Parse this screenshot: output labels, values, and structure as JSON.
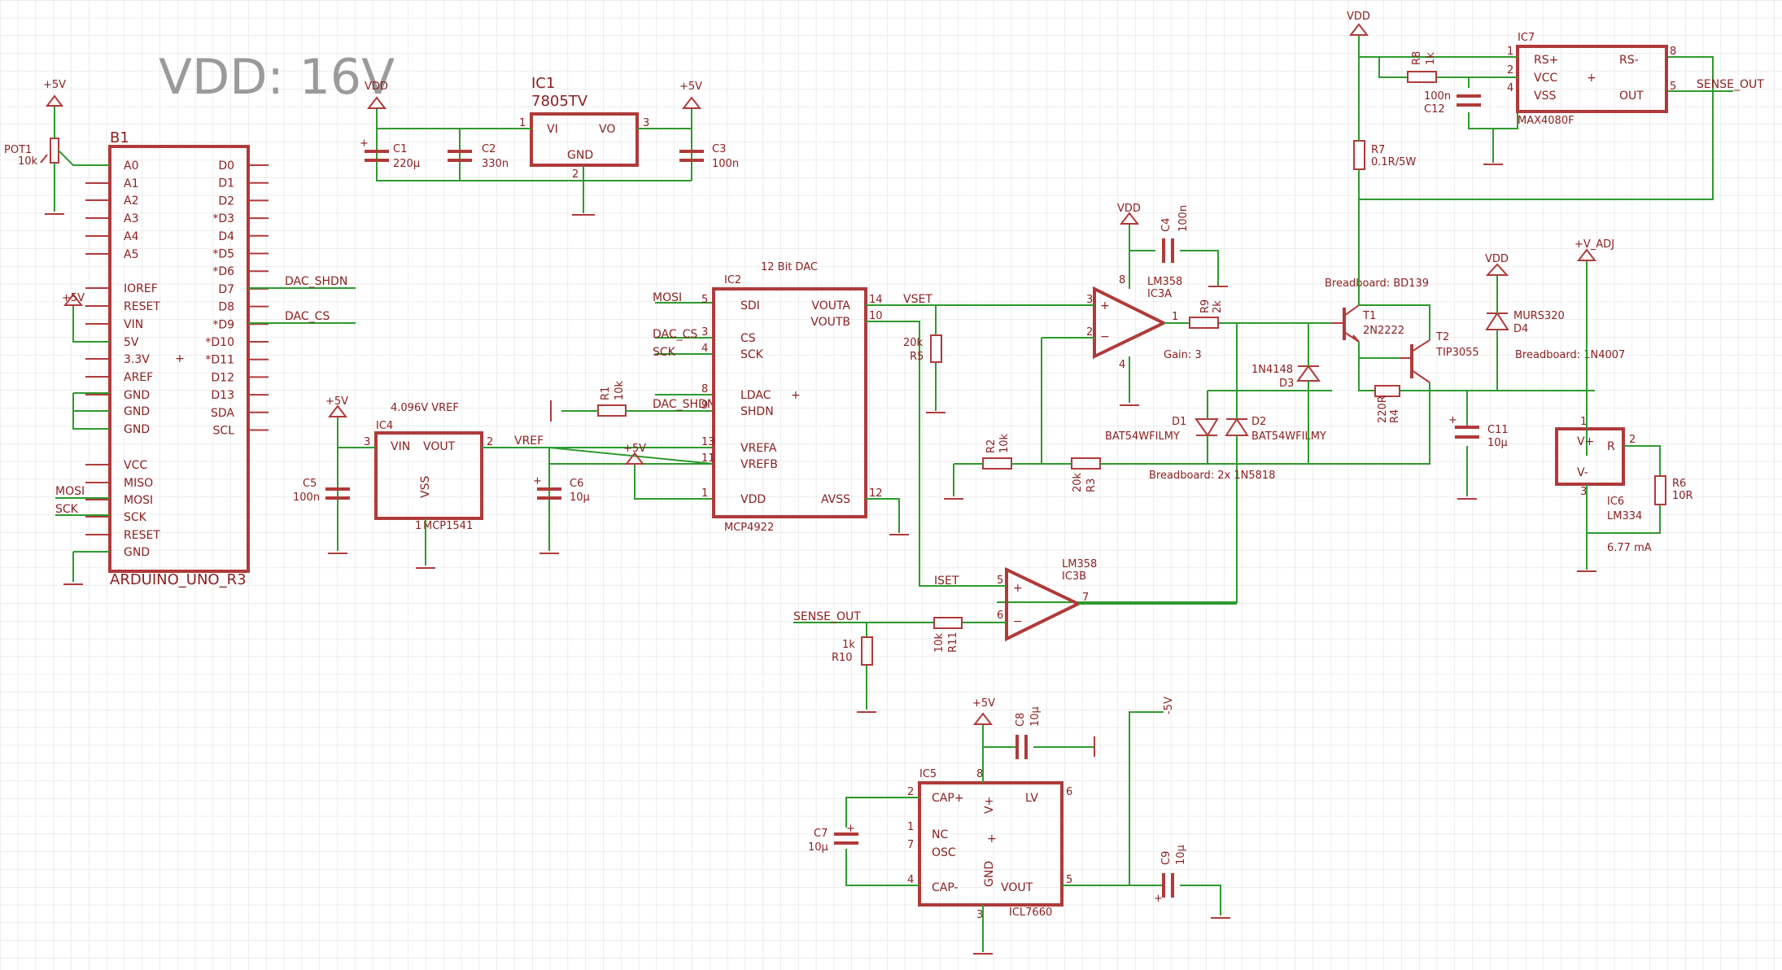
{
  "title": "VDD: 16V",
  "colors": {
    "grid": "#dcdcdc",
    "wire": "#2e9a2e",
    "part": "#b03a3a",
    "text": "#8b2020"
  },
  "b1": {
    "ref": "B1",
    "name": "ARDUINO_UNO_R3",
    "left": [
      "A0",
      "A1",
      "A2",
      "A3",
      "A4",
      "A5",
      "IOREF",
      "RESET",
      "VIN",
      "5V",
      "3.3V",
      "AREF",
      "GND",
      "GND",
      "GND",
      "VCC",
      "MISO",
      "MOSI",
      "SCK",
      "RESET",
      "GND"
    ],
    "right": [
      "D0",
      "D1",
      "D2",
      "*D3",
      "D4",
      "*D5",
      "*D6",
      "D7",
      "D8",
      "*D9",
      "*D10",
      "*D11",
      "D12",
      "D13",
      "SDA",
      "SCL"
    ]
  },
  "pot1": {
    "ref": "POT1",
    "val": "10k"
  },
  "ic1": {
    "ref": "IC1",
    "name": "7805TV",
    "vi": "VI",
    "vo": "VO",
    "gnd": "GND",
    "p1": "1",
    "p2": "2",
    "p3": "3"
  },
  "caps_top": [
    {
      "ref": "C1",
      "val": "220µ"
    },
    {
      "ref": "C2",
      "val": "330n"
    },
    {
      "ref": "C3",
      "val": "100n"
    }
  ],
  "ic4": {
    "ref": "IC4",
    "desc": "4.096V VREF",
    "vin": "VIN",
    "vout": "VOUT",
    "vss": "VSS",
    "name": "MCP1541",
    "p3": "3",
    "p2": "2",
    "p1": "1"
  },
  "c5": {
    "ref": "C5",
    "val": "100n"
  },
  "c6": {
    "ref": "C6",
    "val": "10µ"
  },
  "r1": {
    "ref": "R1",
    "val": "10k"
  },
  "ic2": {
    "ref": "IC2",
    "desc": "12 Bit DAC",
    "name": "MCP4922",
    "left": [
      "SDI",
      "CS",
      "SCK",
      "LDAC",
      "SHDN",
      "VREFA",
      "VREFB",
      "VDD"
    ],
    "leftpins": [
      "5",
      "3",
      "4",
      "8",
      "9",
      "13",
      "11",
      "1"
    ],
    "right": [
      "VOUTA",
      "VOUTB",
      "AVSS"
    ],
    "rightpins": [
      "14",
      "10",
      "12"
    ]
  },
  "r5": {
    "ref": "R5",
    "val": "20k"
  },
  "c4": {
    "ref": "C4",
    "val": "100n"
  },
  "ic3a": {
    "ref": "IC3A",
    "name": "LM358",
    "gain": "Gain: 3",
    "p3": "3",
    "p2": "2",
    "p1": "1",
    "p8": "8",
    "p4": "4"
  },
  "ic3b": {
    "ref": "IC3B",
    "name": "LM358",
    "p5": "5",
    "p6": "6",
    "p7": "7"
  },
  "r2": {
    "ref": "R2",
    "val": "10k"
  },
  "r3": {
    "ref": "R3",
    "val": "20k"
  },
  "r9": {
    "ref": "R9",
    "val": "2k"
  },
  "d1": {
    "ref": "D1",
    "val": "BAT54WFILMY"
  },
  "d2": {
    "ref": "D2",
    "val": "BAT54WFILMY"
  },
  "d3": {
    "ref": "D3",
    "val": "1N4148"
  },
  "d4": {
    "ref": "D4",
    "val": "MURS320"
  },
  "breadboard": {
    "bd139": "Breadboard: BD139",
    "n5818": "Breadboard: 2x 1N5818",
    "n4007": "Breadboard: 1N4007"
  },
  "t1": {
    "ref": "T1",
    "val": "2N2222"
  },
  "t2": {
    "ref": "T2",
    "val": "TIP3055"
  },
  "r4": {
    "ref": "R4",
    "val": "220R"
  },
  "r7": {
    "ref": "R7",
    "val": "0.1R/5W"
  },
  "r8": {
    "ref": "R8",
    "val": "1k"
  },
  "c12": {
    "ref": "C12",
    "val": "100n"
  },
  "ic7": {
    "ref": "IC7",
    "name": "MAX4080F",
    "rsp": "RS+",
    "vcc": "VCC",
    "vss": "VSS",
    "rsm": "RS-",
    "out": "OUT",
    "p1": "1",
    "p2": "2",
    "p4": "4",
    "p8": "8",
    "p5": "5"
  },
  "c11": {
    "ref": "C11",
    "val": "10µ"
  },
  "ic6": {
    "ref": "IC6",
    "name": "LM334",
    "vp": "V+",
    "vm": "V-",
    "r": "R",
    "p1": "1",
    "p2": "2",
    "p3": "3",
    "current": "6.77 mA"
  },
  "r6": {
    "ref": "R6",
    "val": "10R"
  },
  "r10": {
    "ref": "R10",
    "val": "1k"
  },
  "r11": {
    "ref": "R11",
    "val": "10k"
  },
  "ic5": {
    "ref": "IC5",
    "name": "ICL7660",
    "capp": "CAP+",
    "nc": "NC",
    "osc": "OSC",
    "capm": "CAP-",
    "vplus": "V+",
    "gnd": "GND",
    "lv": "LV",
    "vout": "VOUT",
    "p2": "2",
    "p1": "1",
    "p7": "7",
    "p4": "4",
    "p8": "8",
    "p3": "3",
    "p6": "6",
    "p5": "5"
  },
  "c7": {
    "ref": "C7",
    "val": "10µ"
  },
  "c8": {
    "ref": "C8",
    "val": "10µ"
  },
  "c9": {
    "ref": "C9",
    "val": "10µ"
  },
  "nets": {
    "plus5v": "+5V",
    "vdd": "VDD",
    "vadj": "+V_ADJ",
    "m5v": "-5V",
    "dac_shdn": "DAC_SHDN",
    "dac_cs": "DAC_CS",
    "mosi": "MOSI",
    "sck": "SCK",
    "vref": "VREF",
    "vset": "VSET",
    "iset": "ISET",
    "sense_out": "SENSE_OUT"
  }
}
